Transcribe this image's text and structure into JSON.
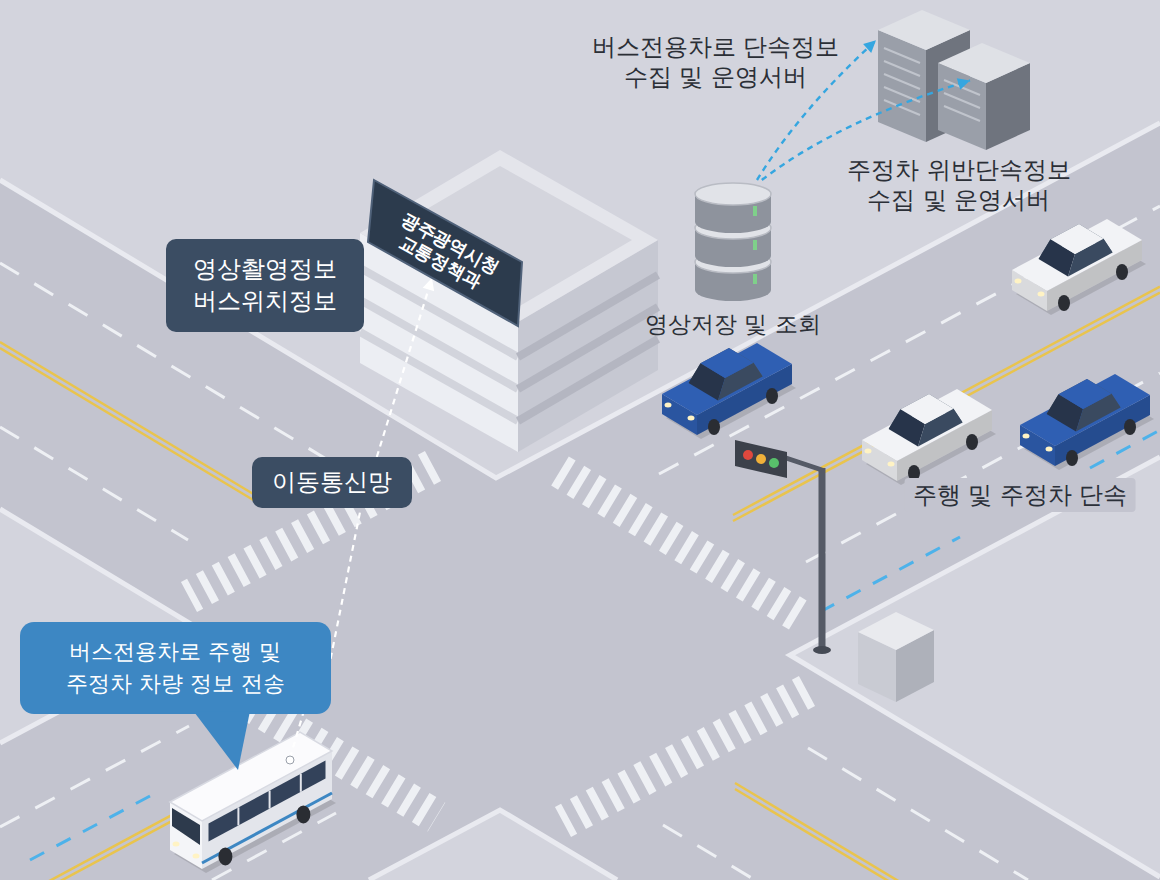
{
  "diagram": {
    "nodes": [
      {
        "text": [
          "버스전용차로 단속정보 수집 및 운영서버"
        ]
      },
      {
        "text": [
          "주정차 위반단속정보 수집 및 운영서버"
        ]
      },
      {
        "text": [
          "광주광역시청 교통정책과"
        ]
      },
      {
        "text": [
          "영상촬영정보 버스위치정보"
        ]
      },
      {
        "text": [
          "영상저장 및 조회"
        ]
      },
      {
        "text": [
          "이동통신망"
        ]
      },
      {
        "text": [
          "버스전용차로 주행 및 주정차 차량 정보 전송"
        ]
      }
    ],
    "edges": [
      {
        "from": 4,
        "to": 0,
        "arrow": "to"
      },
      {
        "from": 4,
        "to": 1,
        "arrow": "to"
      },
      {
        "from": 6,
        "to": 5,
        "arrow": "none"
      },
      {
        "from": 5,
        "to": 2,
        "arrow": "to"
      }
    ],
    "labels": [
      "주행 및 주정차 단속"
    ]
  }
}
